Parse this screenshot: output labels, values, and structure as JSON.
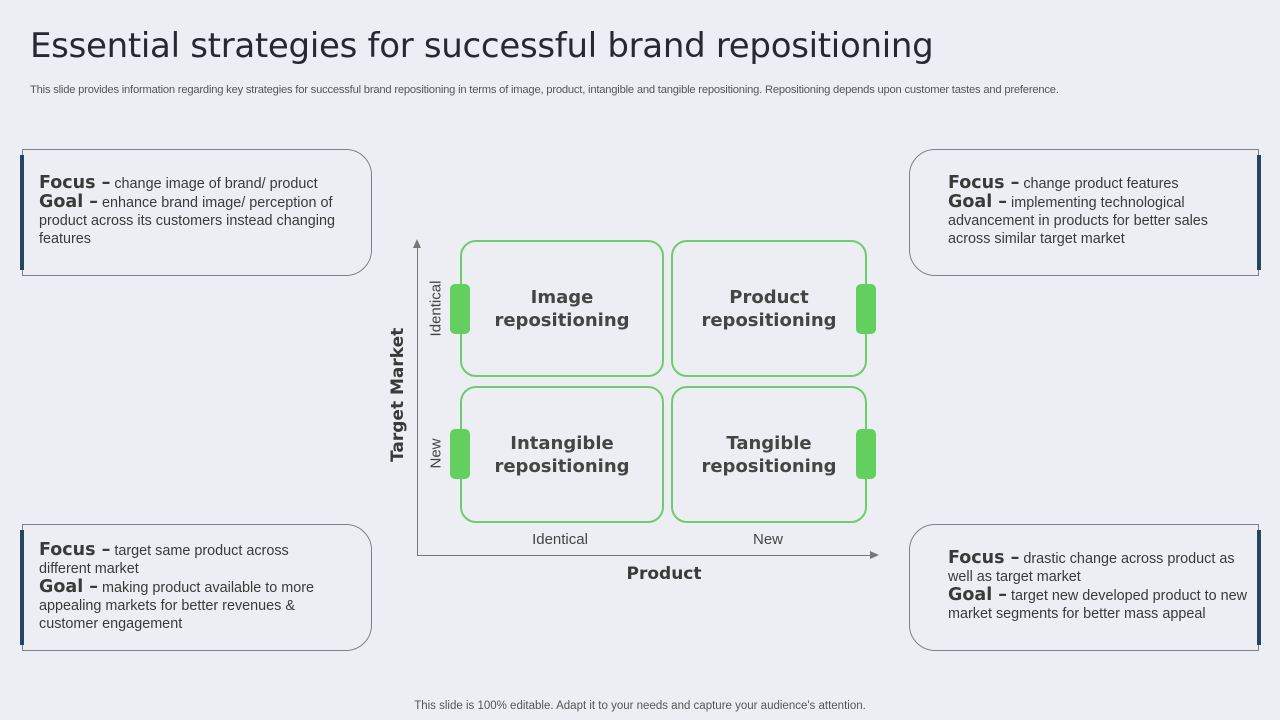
{
  "header": {
    "title": "Essential strategies for successful brand repositioning",
    "subtitle": "This slide provides information regarding key strategies for successful brand repositioning in terms of image, product, intangible and tangible repositioning. Repositioning depends upon customer tastes and preference."
  },
  "cards": [
    {
      "focus_label": "Focus –",
      "focus_text": " change image of brand/ product",
      "goal_label": "Goal –",
      "goal_text": " enhance brand image/ perception of product across its customers instead changing features"
    },
    {
      "focus_label": "Focus –",
      "focus_text": " change product features",
      "goal_label": "Goal –",
      "goal_text": " implementing technological advancement in products for better sales across similar target market"
    },
    {
      "focus_label": "Focus –",
      "focus_text": " target same product across different market",
      "goal_label": "Goal –",
      "goal_text": " making product available to more appealing markets for better revenues & customer engagement"
    },
    {
      "focus_label": "Focus –",
      "focus_text": " drastic change across product as well as target market",
      "goal_label": "Goal –",
      "goal_text": " target new developed product to new market segments for better mass appeal"
    }
  ],
  "matrix": {
    "y_axis_title": "Target Market",
    "x_axis_title": "Product",
    "y_ticks": [
      "Identical",
      "New"
    ],
    "x_ticks": [
      "Identical",
      "New"
    ],
    "quadrants": [
      {
        "label": "Image repositioning"
      },
      {
        "label": "Product repositioning"
      },
      {
        "label": "Intangible repositioning"
      },
      {
        "label": "Tangible repositioning"
      }
    ],
    "accent_color": "#62cf5e",
    "card_bar_color": "#27455f"
  },
  "footer": "This slide is 100% editable. Adapt it to your needs and capture your audience's attention."
}
